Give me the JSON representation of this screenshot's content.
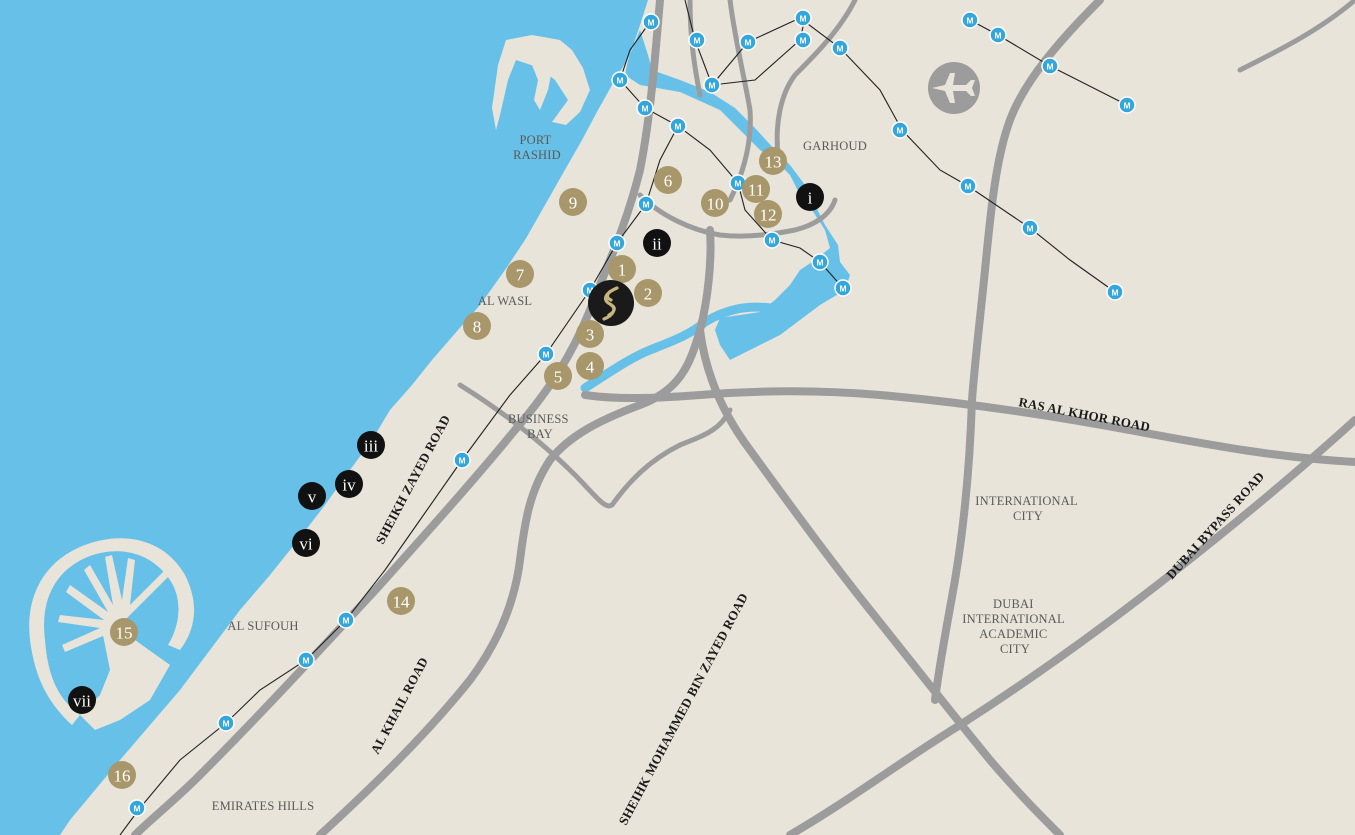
{
  "colors": {
    "sea": "#66c0e8",
    "land": "#e8e4da",
    "road": "#9c9c9c",
    "metro_station": "#33a6dc",
    "poi_gold": "#a8976a",
    "poi_black": "#111111",
    "hotel_marker": "#1a1a1a",
    "hotel_logo": "#c7b57f"
  },
  "area_labels": [
    {
      "name": "port-rashid-label",
      "lines": [
        "PORT",
        "RASHID"
      ]
    },
    {
      "name": "garhoud-label",
      "lines": [
        "GARHOUD"
      ]
    },
    {
      "name": "al-wasl-label",
      "lines": [
        "AL WASL"
      ]
    },
    {
      "name": "business-bay-label",
      "lines": [
        "BUSINESS",
        "BAY"
      ]
    },
    {
      "name": "international-city-label",
      "lines": [
        "INTERNATIONAL",
        "CITY"
      ]
    },
    {
      "name": "dubai-international-academic-city-label",
      "lines": [
        "DUBAI",
        "INTERNATIONAL",
        "ACADEMIC",
        "CITY"
      ]
    },
    {
      "name": "al-sufouh-label",
      "lines": [
        "AL SUFOUH"
      ]
    },
    {
      "name": "emirates-hills-label",
      "lines": [
        "EMIRATES HILLS"
      ]
    }
  ],
  "road_labels": [
    {
      "name": "sheikh-zayed-road-label",
      "text": "SHEIKH ZAYED ROAD"
    },
    {
      "name": "al-khail-road-label",
      "text": "AL KHAIL ROAD"
    },
    {
      "name": "sheikh-mohammed-bin-zayed-road-label",
      "text": "SHEIHK MOHAMMED BIN ZAYED ROAD"
    },
    {
      "name": "ras-al-khor-road-label",
      "text": "RAS AL KHOR ROAD"
    },
    {
      "name": "dubai-bypass-road-label",
      "text": "DUBAI BYPASS ROAD"
    }
  ],
  "gold_markers": [
    "1",
    "2",
    "3",
    "4",
    "5",
    "6",
    "7",
    "8",
    "9",
    "10",
    "11",
    "12",
    "13",
    "14",
    "15",
    "16"
  ],
  "black_markers": [
    "i",
    "ii",
    "iii",
    "iv",
    "v",
    "vi",
    "vii"
  ],
  "metro_label": "M",
  "icons": {
    "airport": "airplane-icon",
    "hotel": "hotel-logo-icon",
    "metro": "metro-station-icon"
  }
}
